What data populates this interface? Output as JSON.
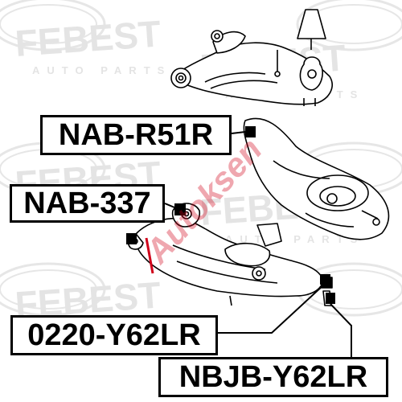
{
  "watermark": {
    "brand": "FEBEST",
    "tagline": "AUTO PARTS",
    "overlay": "Autoksen"
  },
  "labels": [
    {
      "id": "nab-r51r",
      "text": "NAB-R51R"
    },
    {
      "id": "nab-337",
      "text": "NAB-337"
    },
    {
      "id": "0220-y62lr",
      "text": "0220-Y62LR"
    },
    {
      "id": "nbjb-y62lr",
      "text": "NBJB-Y62LR"
    }
  ],
  "colors": {
    "ink": "#000000",
    "watermark": "#e6e6e6",
    "overlay_red": "#d0021b"
  }
}
